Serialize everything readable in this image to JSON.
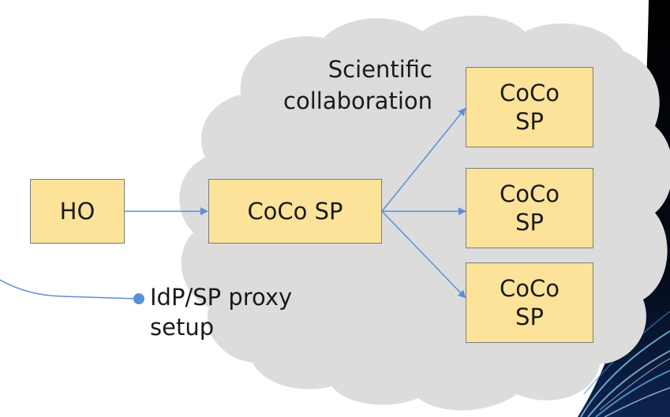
{
  "colors": {
    "cloud_fill": "#dcdcdc",
    "box_fill": "#fde39a",
    "box_border": "#7a7a7a",
    "arrow": "#5b8fd6",
    "text": "#1a1a1a"
  },
  "diagram": {
    "cloud_label": "Scientific\ncollaboration",
    "nodes": {
      "ho": "HO",
      "coco_main": "CoCo  SP",
      "coco_top": "CoCo\nSP",
      "coco_middle": "CoCo\nSP",
      "coco_bottom": "CoCo\nSP"
    },
    "callout": "IdP/SP proxy\nsetup"
  }
}
